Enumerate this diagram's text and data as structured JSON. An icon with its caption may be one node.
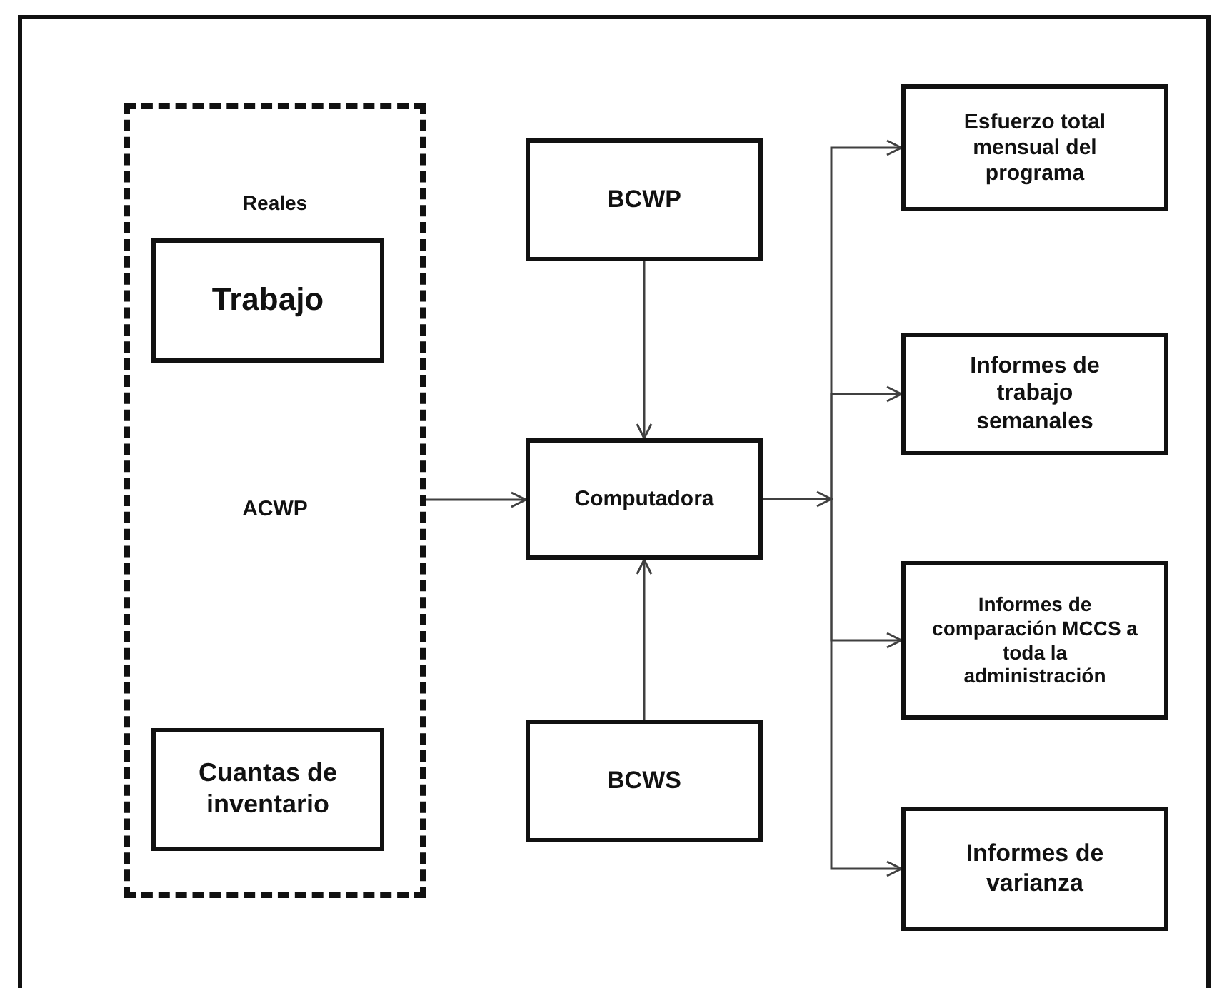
{
  "diagram": {
    "nodes": [
      {
        "text": [
          "Reales",
          "ACWP"
        ]
      },
      {
        "text": [
          "Trabajo"
        ],
        "in": 0
      },
      {
        "text": [
          "Cuantas de inventario"
        ],
        "in": 0
      },
      {
        "text": [
          "BCWP"
        ]
      },
      {
        "text": [
          "Computadora"
        ]
      },
      {
        "text": [
          "BCWS"
        ]
      },
      {
        "text": [
          "Esfuerzo total mensual del programa"
        ]
      },
      {
        "text": [
          "Informes de trabajo semanales"
        ]
      },
      {
        "text": [
          "Informes de comparación MCCS a toda la administración"
        ]
      },
      {
        "text": [
          "Informes de varianza"
        ]
      }
    ],
    "edges": [
      {
        "from": 3,
        "to": 4,
        "arrow": "to"
      },
      {
        "from": 5,
        "to": 4,
        "arrow": "to"
      },
      {
        "from": 0,
        "to": 4,
        "arrow": "to"
      },
      {
        "from": 4,
        "to": 6,
        "arrow": "to"
      },
      {
        "from": 4,
        "to": 7,
        "arrow": "to"
      },
      {
        "from": 4,
        "to": 8,
        "arrow": "to"
      },
      {
        "from": 4,
        "to": 9,
        "arrow": "to"
      }
    ]
  }
}
